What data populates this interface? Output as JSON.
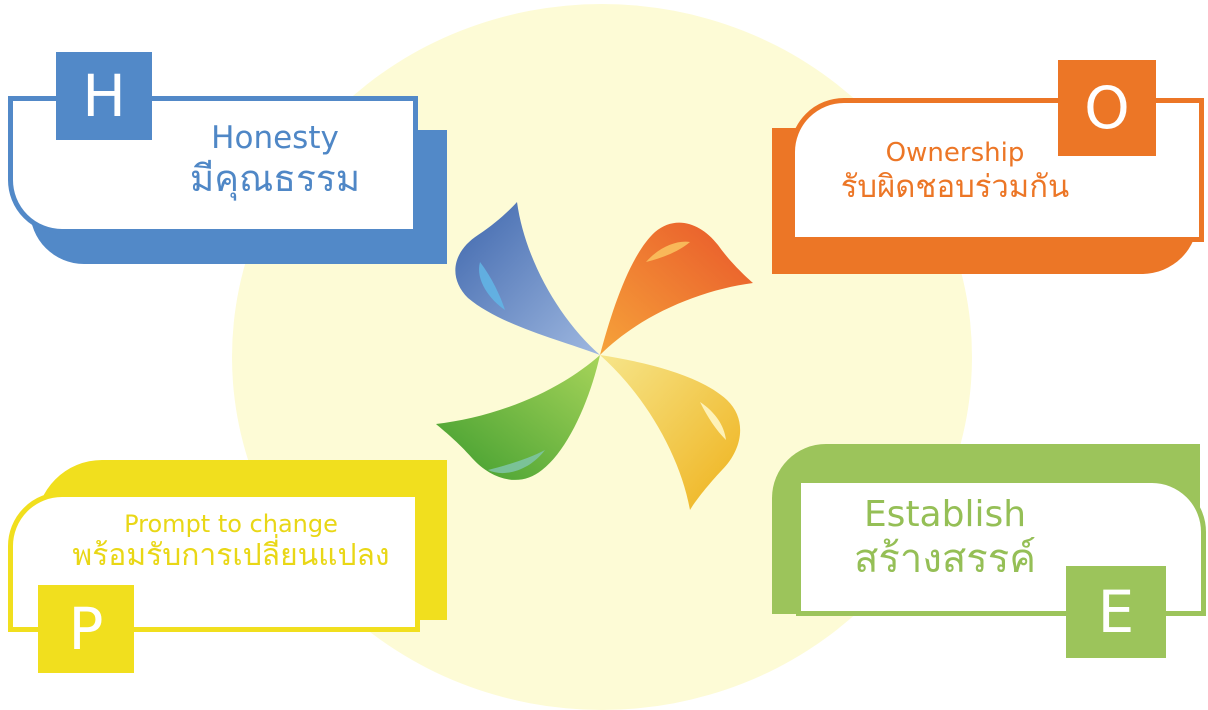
{
  "values": [
    {
      "key": "h",
      "letter": "H",
      "english": "Honesty",
      "thai": "มีคุณธรรม",
      "color": "#5289c8"
    },
    {
      "key": "o",
      "letter": "O",
      "english": "Ownership",
      "thai": "รับผิดชอบร่วมกัน",
      "color": "#ec7626"
    },
    {
      "key": "p",
      "letter": "P",
      "english": "Prompt to change",
      "thai": "พร้อมรับการเปลี่ยนแปลง",
      "color": "#f1df1e"
    },
    {
      "key": "e",
      "letter": "E",
      "english": "Establish",
      "thai": "สร้างสรรค์",
      "color": "#9cc45b"
    }
  ],
  "logo": {
    "icon": "pinwheel-logo-icon"
  }
}
